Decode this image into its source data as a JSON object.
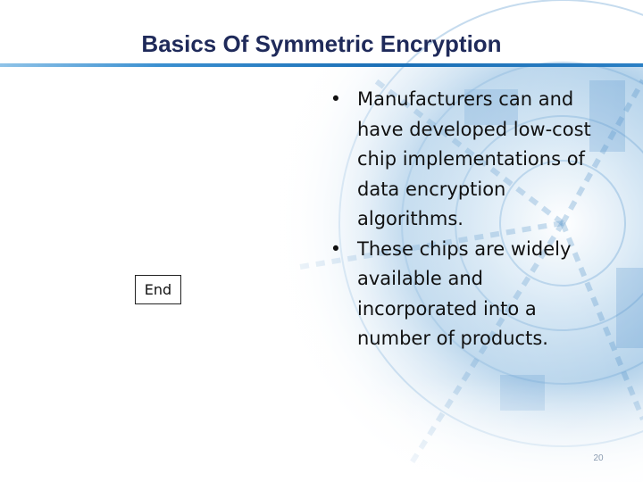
{
  "slide": {
    "title": "Basics Of Symmetric Encryption",
    "end_label": "End",
    "bullets": [
      {
        "symbol": "•",
        "text": "Manufacturers can and have developed low-cost chip implementations of data encryption algorithms."
      },
      {
        "symbol": "•",
        "text": "These chips are widely available and incorporated into a number of products."
      }
    ],
    "page_number": "20",
    "colors": {
      "title": "#1f2a5a",
      "rule": "#1b6fb6",
      "background_art": "#9cc4e4"
    }
  }
}
